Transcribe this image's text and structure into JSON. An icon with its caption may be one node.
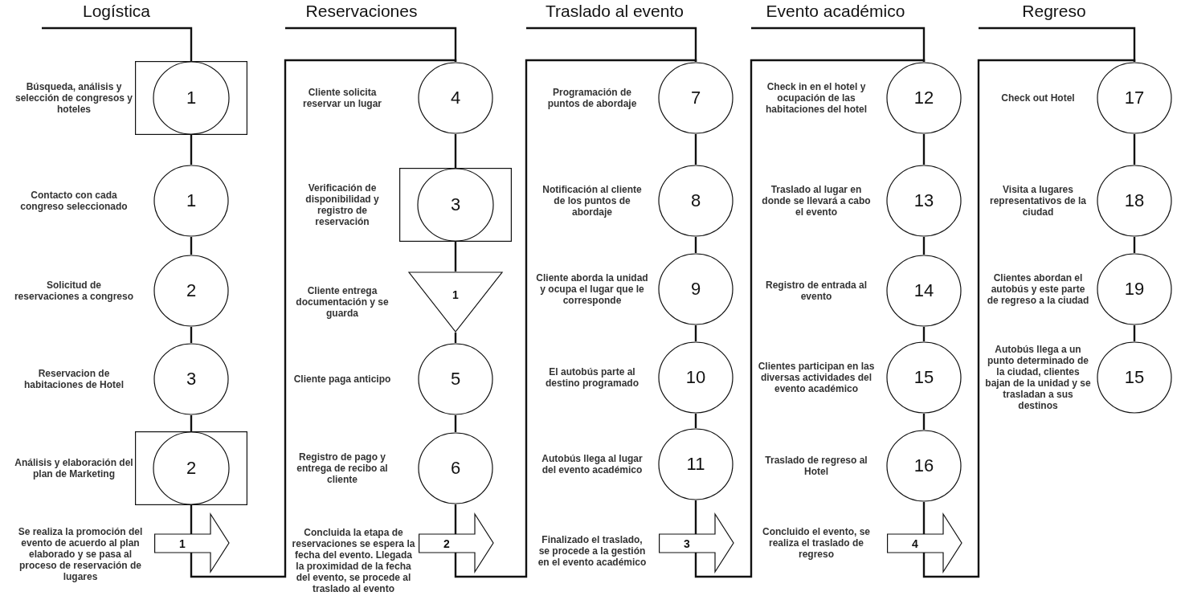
{
  "diagram": {
    "nodes": [
      {
        "text": [
          "1"
        ],
        "beside": [
          "Búsqueda, análisis y selección de congresos y hoteles"
        ]
      },
      {
        "text": [
          "1"
        ],
        "beside": [
          "Contacto con cada congreso seleccionado"
        ]
      },
      {
        "text": [
          "2"
        ],
        "beside": [
          "Solicitud de reservaciones a congreso"
        ]
      },
      {
        "text": [
          "3"
        ],
        "beside": [
          "Reservacion de habitaciones de Hotel"
        ]
      },
      {
        "text": [
          "2"
        ],
        "beside": [
          "Análisis y elaboración del plan de Marketing"
        ]
      },
      {
        "text": [
          "1"
        ],
        "beside": [
          "Se realiza la promoción del evento de acuerdo al plan elaborado y se pasa al proceso de reservación de lugares"
        ]
      },
      {
        "text": [
          "4"
        ],
        "beside": [
          "Cliente solicita reservar un lugar"
        ]
      },
      {
        "text": [
          "3"
        ],
        "beside": [
          "Verificación de disponibilidad y registro de reservación"
        ]
      },
      {
        "text": [
          "1"
        ],
        "beside": [
          "Cliente entrega documentación y se guarda"
        ]
      },
      {
        "text": [
          "5"
        ],
        "beside": [
          "Cliente paga anticipo"
        ]
      },
      {
        "text": [
          "6"
        ],
        "beside": [
          "Registro de pago y entrega de recibo al cliente"
        ]
      },
      {
        "text": [
          "2"
        ],
        "beside": [
          "Concluida la etapa de reservaciones se espera la fecha del evento. Llegada la proximidad de la fecha del evento, se procede al traslado al evento"
        ]
      },
      {
        "text": [
          "7"
        ],
        "beside": [
          "Programación de puntos de abordaje"
        ]
      },
      {
        "text": [
          "8"
        ],
        "beside": [
          "Notificación al cliente de los puntos de abordaje"
        ]
      },
      {
        "text": [
          "9"
        ],
        "beside": [
          "Cliente aborda la unidad y ocupa el lugar que le corresponde"
        ]
      },
      {
        "text": [
          "10"
        ],
        "beside": [
          "El autobús parte al destino programado"
        ]
      },
      {
        "text": [
          "11"
        ],
        "beside": [
          "Autobús llega al lugar del evento académico"
        ]
      },
      {
        "text": [
          "3"
        ],
        "beside": [
          "Finalizado el traslado, se procede a la gestión en el evento académico"
        ]
      },
      {
        "text": [
          "12"
        ],
        "beside": [
          "Check in en el hotel y ocupación de las habitaciones del hotel"
        ]
      },
      {
        "text": [
          "13"
        ],
        "beside": [
          "Traslado al lugar en donde se llevará a cabo el evento"
        ]
      },
      {
        "text": [
          "14"
        ],
        "beside": [
          "Registro de entrada al evento"
        ]
      },
      {
        "text": [
          "15"
        ],
        "beside": [
          "Clientes participan en las diversas actividades del evento académico"
        ]
      },
      {
        "text": [
          "16"
        ],
        "beside": [
          "Traslado de regreso al Hotel"
        ]
      },
      {
        "text": [
          "4"
        ],
        "beside": [
          "Concluido el evento, se realiza el traslado de regreso"
        ]
      },
      {
        "text": [
          "17"
        ],
        "beside": [
          "Check out Hotel"
        ]
      },
      {
        "text": [
          "18"
        ],
        "beside": [
          "Visita a lugares representativos de la ciudad"
        ]
      },
      {
        "text": [
          "19"
        ],
        "beside": [
          "Clientes abordan el autobús y este parte de regreso a la ciudad"
        ]
      },
      {
        "text": [
          "15"
        ],
        "beside": [
          "Autobús llega a un punto determinado de la ciudad, clientes bajan de la unidad y se trasladan a sus destinos"
        ]
      }
    ],
    "edges": [
      {
        "from": null,
        "to": 0,
        "arrow": "none"
      },
      {
        "from": 0,
        "to": 1,
        "arrow": "none"
      },
      {
        "from": 1,
        "to": 2,
        "arrow": "none"
      },
      {
        "from": 2,
        "to": 3,
        "arrow": "none"
      },
      {
        "from": 3,
        "to": 4,
        "arrow": "none"
      },
      {
        "from": 4,
        "to": 5,
        "arrow": "none"
      },
      {
        "from": 5,
        "to": 6,
        "arrow": "none"
      },
      {
        "from": null,
        "to": 6,
        "arrow": "none"
      },
      {
        "from": 6,
        "to": 7,
        "arrow": "none"
      },
      {
        "from": 7,
        "to": 8,
        "arrow": "none"
      },
      {
        "from": 8,
        "to": 9,
        "arrow": "none"
      },
      {
        "from": 9,
        "to": 10,
        "arrow": "none"
      },
      {
        "from": 10,
        "to": 11,
        "arrow": "none"
      },
      {
        "from": 11,
        "to": 12,
        "arrow": "none"
      },
      {
        "from": null,
        "to": 12,
        "arrow": "none"
      },
      {
        "from": 12,
        "to": 13,
        "arrow": "none"
      },
      {
        "from": 13,
        "to": 14,
        "arrow": "none"
      },
      {
        "from": 14,
        "to": 15,
        "arrow": "none"
      },
      {
        "from": 15,
        "to": 16,
        "arrow": "none"
      },
      {
        "from": 16,
        "to": 17,
        "arrow": "none"
      },
      {
        "from": 17,
        "to": 18,
        "arrow": "none"
      },
      {
        "from": null,
        "to": 18,
        "arrow": "none"
      },
      {
        "from": 18,
        "to": 19,
        "arrow": "none"
      },
      {
        "from": 19,
        "to": 20,
        "arrow": "none"
      },
      {
        "from": 20,
        "to": 21,
        "arrow": "none"
      },
      {
        "from": 21,
        "to": 22,
        "arrow": "none"
      },
      {
        "from": 22,
        "to": 23,
        "arrow": "none"
      },
      {
        "from": 23,
        "to": 24,
        "arrow": "none"
      },
      {
        "from": null,
        "to": 24,
        "arrow": "none"
      },
      {
        "from": 24,
        "to": 25,
        "arrow": "none"
      },
      {
        "from": 25,
        "to": 26,
        "arrow": "none"
      },
      {
        "from": 26,
        "to": 27,
        "arrow": "none"
      }
    ],
    "labels": [
      "Logística",
      "Reservaciones",
      "Traslado al evento",
      "Evento académico",
      "Regreso"
    ]
  }
}
